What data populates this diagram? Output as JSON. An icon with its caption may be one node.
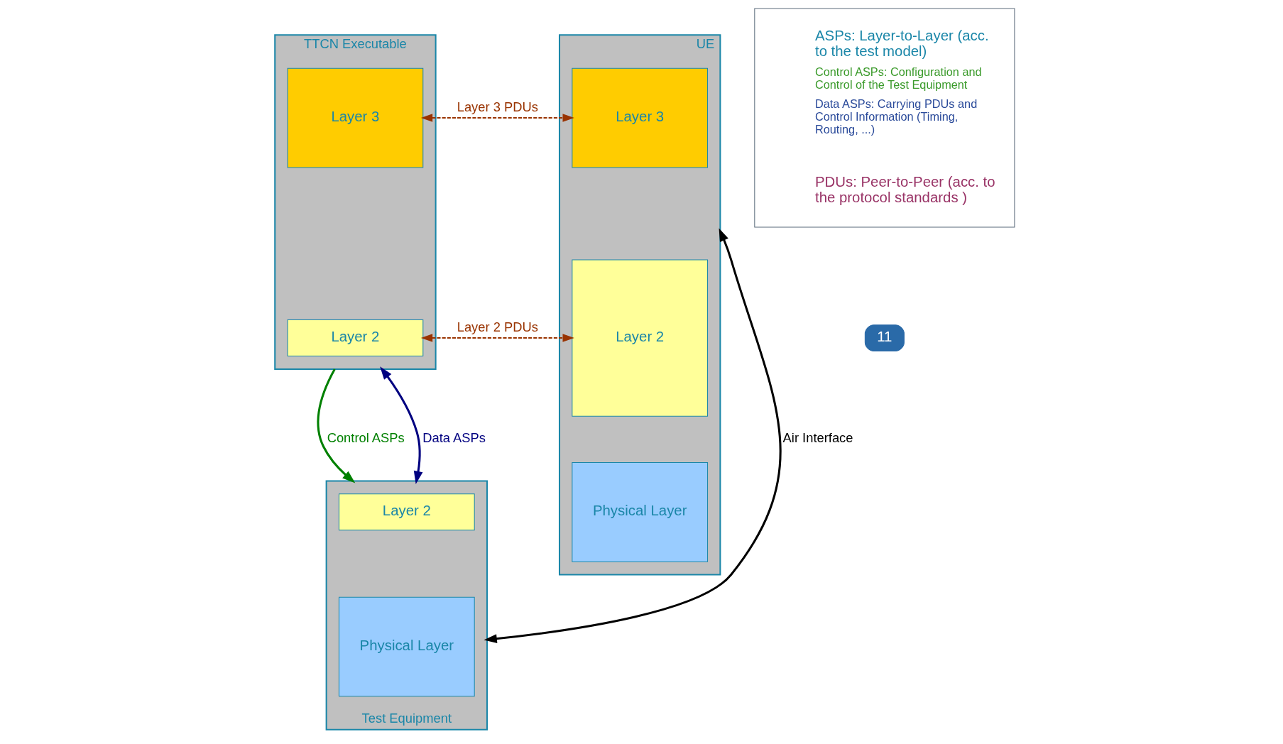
{
  "diagram": {
    "nodes": [
      {
        "text": [
          "TTCN Executable"
        ]
      },
      {
        "text": [
          "Layer 3"
        ],
        "in": 0
      },
      {
        "text": [
          "Layer 2"
        ],
        "in": 0
      },
      {
        "text": [
          "Test Equipment"
        ]
      },
      {
        "text": [
          "Layer 2"
        ],
        "in": 3
      },
      {
        "text": [
          "Physical Layer"
        ],
        "in": 3
      },
      {
        "text": [
          "UE"
        ]
      },
      {
        "text": [
          "Layer 3"
        ],
        "in": 6
      },
      {
        "text": [
          "Layer 2"
        ],
        "in": 6
      },
      {
        "text": [
          "Physical Layer"
        ],
        "in": 6
      },
      {
        "text": [
          "ASPs: Layer-to-Layer (acc. to the test model)",
          "Control ASPs: Configuration and Control of the Test Equipment",
          "Data ASPs: Carrying PDUs and Control Information (Timing, Routing, ...)",
          "PDUs: Peer-to-Peer (acc. to the protocol standards )"
        ]
      }
    ],
    "edges": [
      {
        "from": 1,
        "to": 7,
        "arrow": "both",
        "label": "Layer 3 PDUs",
        "style": "dashed",
        "color": "#993300"
      },
      {
        "from": 0,
        "to": 3,
        "arrow": "to",
        "label": "Control ASPs",
        "color": "#008000"
      },
      {
        "from": 0,
        "to": 3,
        "arrow": "both",
        "label": "Data ASPs",
        "color": "#000080"
      },
      {
        "from": 2,
        "to": 8,
        "arrow": "both",
        "label": "Layer 2 PDUs",
        "style": "dashed",
        "color": "#993300"
      },
      {
        "from": 3,
        "to": 6,
        "arrow": "both",
        "label": "Air Interface",
        "color": "#000000"
      }
    ],
    "labels": [
      "11"
    ]
  }
}
